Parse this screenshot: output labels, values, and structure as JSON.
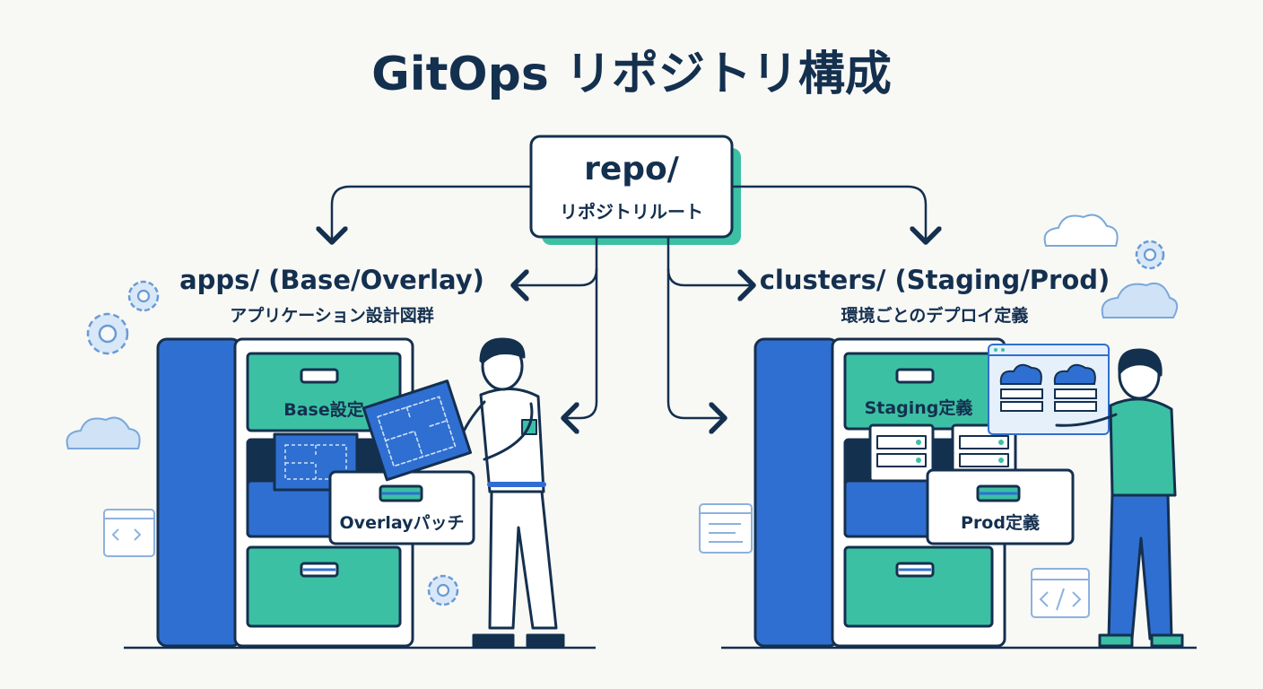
{
  "title": "GitOps リポジトリ構成",
  "root": {
    "name": "repo/",
    "caption": "リポジトリルート"
  },
  "apps": {
    "heading": "apps/ (Base/Overlay)",
    "caption": "アプリケーション設計図群",
    "drawer_top": "Base設定",
    "drawer_middle": "Overlayパッチ"
  },
  "clusters": {
    "heading": "clusters/ (Staging/Prod)",
    "caption": "環境ごとのデプロイ定義",
    "drawer_top": "Staging定義",
    "drawer_middle": "Prod定義"
  },
  "colors": {
    "navy": "#14304f",
    "blue": "#2f6fd1",
    "teal": "#3cc0a3",
    "light_blue": "#cfe2f6",
    "background": "#f8f8f5"
  },
  "icons": [
    "gear-icon",
    "cloud-icon",
    "code-icon",
    "server-icon",
    "blueprint-icon",
    "person-icon"
  ]
}
